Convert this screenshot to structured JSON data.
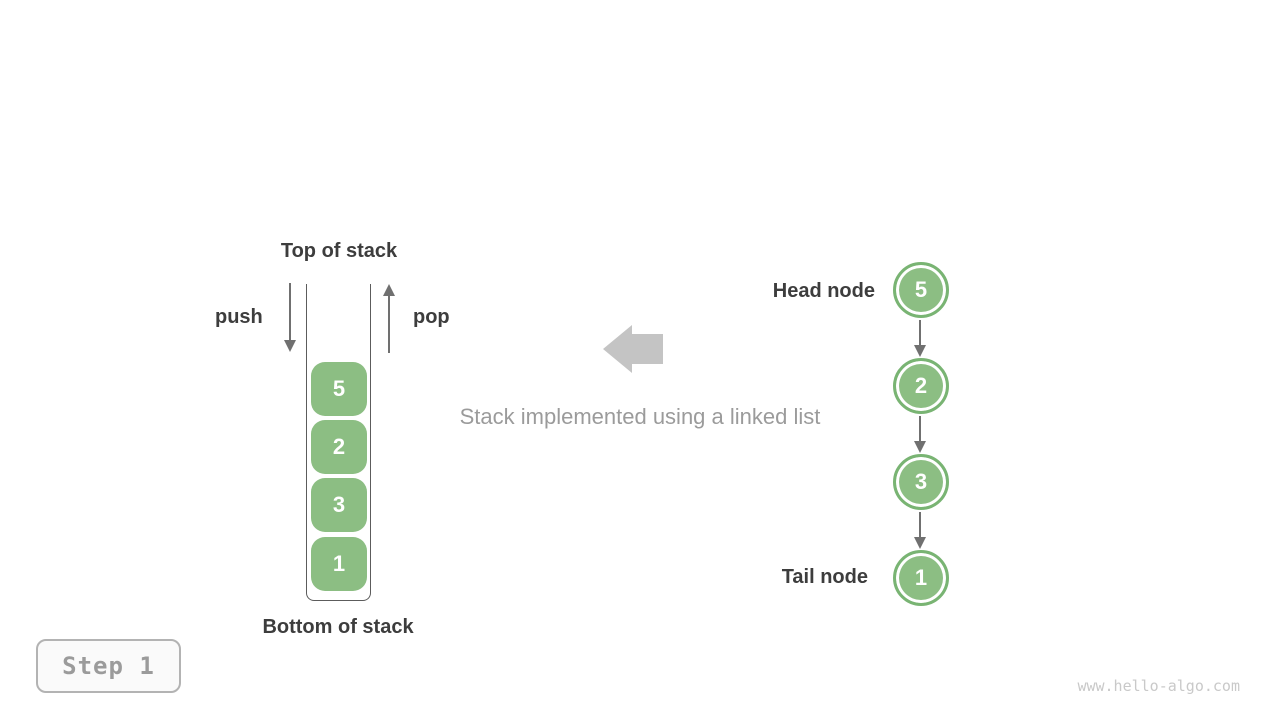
{
  "stack": {
    "top_label": "Top of stack",
    "bottom_label": "Bottom of stack",
    "push_label": "push",
    "pop_label": "pop",
    "items": [
      "5",
      "2",
      "3",
      "1"
    ]
  },
  "caption": {
    "text": "Stack implemented using a linked list"
  },
  "linked_list": {
    "head_label": "Head node",
    "tail_label": "Tail node",
    "nodes": [
      "5",
      "2",
      "3",
      "1"
    ]
  },
  "step_badge": {
    "label": "Step 1"
  },
  "watermark": {
    "text": "www.hello-algo.com"
  },
  "colors": {
    "node_fill": "#8CBE83",
    "node_border": "#79B473",
    "label_text": "#3d3d3d",
    "arrow_gray": "#707070",
    "block_arrow_gray": "#C4C4C4",
    "caption_gray": "#9b9b9b",
    "badge_border": "#b3b3b3",
    "badge_text": "#9b9b9b",
    "watermark_gray": "#c9c9c9"
  }
}
